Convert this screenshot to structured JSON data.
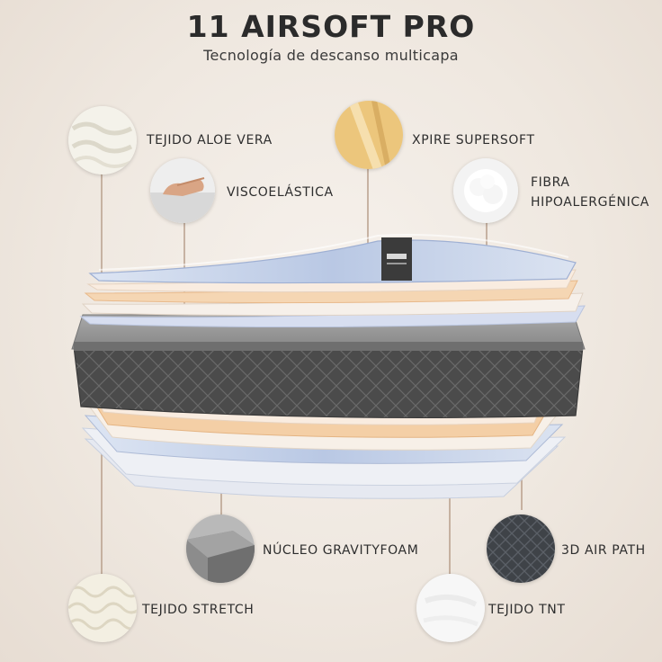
{
  "header": {
    "title": "11 AIRSOFT PRO",
    "subtitle": "Tecnología de descanso multicapa"
  },
  "layers": {
    "aloe": {
      "label": "TEJIDO ALOE VERA",
      "icon": "aloe-vera-fabric-swatch-icon"
    },
    "visco": {
      "label": "VISCOELÁSTICA",
      "icon": "viscoelastic-foam-hand-icon"
    },
    "xpire": {
      "label": "XPIRE SUPERSOFT",
      "icon": "supersoft-foam-swatch-icon"
    },
    "fibra": {
      "label_line1": "FIBRA",
      "label_line2": "HIPOALERGÉNICA",
      "icon": "fiber-cotton-ball-icon"
    },
    "nucleo": {
      "label": "NÚCLEO GRAVITYFOAM",
      "icon": "foam-core-block-icon"
    },
    "airpath": {
      "label": "3D AIR PATH",
      "icon": "air-path-mesh-fabric-icon"
    },
    "stretch": {
      "label": "TEJIDO STRETCH",
      "icon": "stretch-fabric-swatch-icon"
    },
    "tnt": {
      "label": "TEJIDO TNT",
      "icon": "tnt-non-woven-fabric-icon"
    }
  },
  "colors": {
    "background": "#efe8e1",
    "title": "#2b2b2b",
    "core_gray": "#8f8f8f",
    "cover_dark": "#4a4a4a",
    "blue_layer": "#c9d5ea",
    "orange_layer": "#f3cfa5",
    "leader_line": "#b49a86"
  }
}
